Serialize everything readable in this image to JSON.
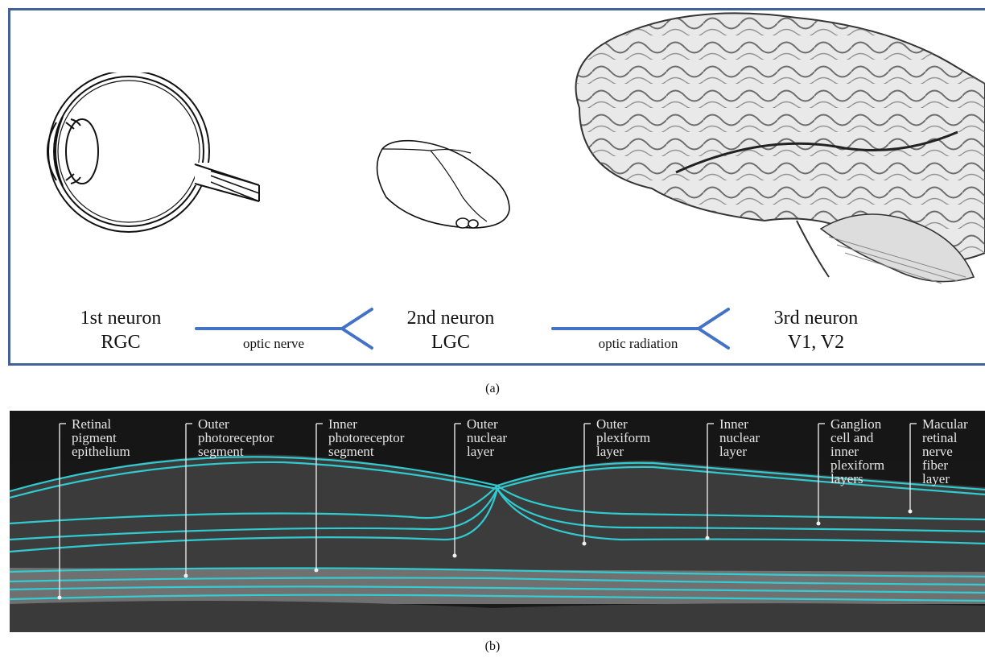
{
  "panel_a": {
    "neurons": [
      {
        "line1": "1st neuron",
        "line2": "RGC"
      },
      {
        "line1": "2nd neuron",
        "line2": "LGC"
      },
      {
        "line1": "3rd neuron",
        "line2": "V1, V2"
      }
    ],
    "pathways": [
      "optic nerve",
      "optic radiation"
    ],
    "caption": "(a)"
  },
  "panel_b": {
    "layers": [
      "Retinal\npigment\nepithelium",
      "Outer\nphotoreceptor\nsegment",
      "Inner\nphotoreceptor\nsegment",
      "Outer\nnuclear\nlayer",
      "Outer\nplexiform\nlayer",
      "Inner\nnuclear\nlayer",
      "Ganglion\ncell and\ninner\nplexiform\nlayers",
      "Macular\nretinal\nnerve\nfiber\nlayer"
    ],
    "caption": "(b)"
  },
  "colors": {
    "frame": "#44609a",
    "arrow": "#4472c4",
    "segmentation": "#2fd3d8"
  },
  "icons": [
    "eye-illustration",
    "lgn-illustration",
    "brain-illustration"
  ]
}
